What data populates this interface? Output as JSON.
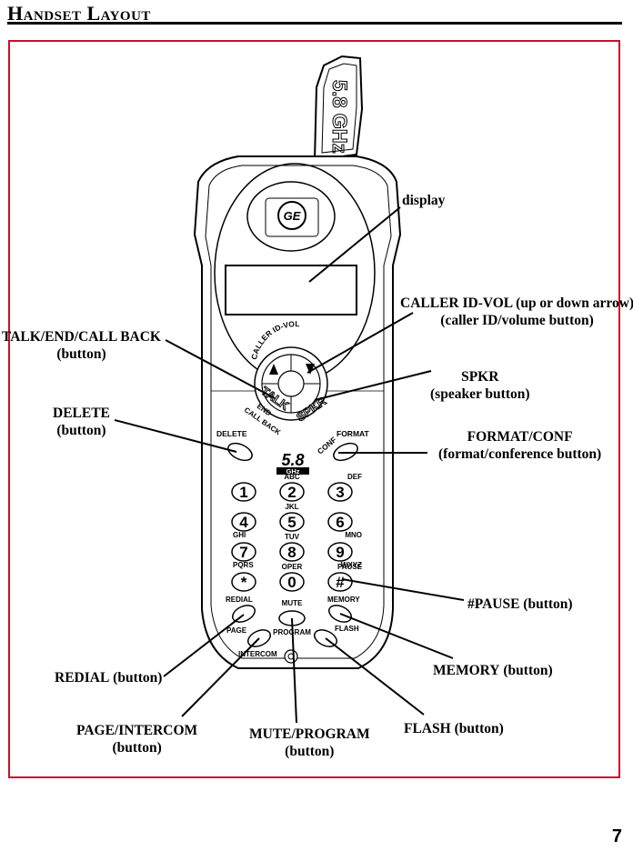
{
  "page": {
    "title": "Handset Layout",
    "page_number": "7"
  },
  "handset": {
    "antenna_text": "5.8 GHz",
    "logo": "GE",
    "arc_top": "CALLER ID-VOL",
    "arc_bottom": "CALL BACK",
    "talk": "TALK",
    "end": "END",
    "spkr": "SPKR",
    "delete": "DELETE",
    "format": "FORMAT",
    "conf": "CONF",
    "freq_main": "5.8",
    "freq_unit": "GHz",
    "keys": [
      {
        "digit": "1",
        "letters": ""
      },
      {
        "digit": "2",
        "letters": "ABC"
      },
      {
        "digit": "3",
        "letters": "DEF"
      },
      {
        "digit": "4",
        "letters": "GHI"
      },
      {
        "digit": "5",
        "letters": "JKL"
      },
      {
        "digit": "6",
        "letters": "MNO"
      },
      {
        "digit": "7",
        "letters": "PQRS"
      },
      {
        "digit": "8",
        "letters": "TUV"
      },
      {
        "digit": "9",
        "letters": "WXYZ"
      },
      {
        "digit": "*",
        "letters": ""
      },
      {
        "digit": "0",
        "letters": "OPER"
      },
      {
        "digit": "#",
        "letters": "PAUSE"
      }
    ],
    "redial": "REDIAL",
    "mute": "MUTE",
    "memory": "MEMORY",
    "page": "PAGE",
    "program": "PROGRAM",
    "flash": "FLASH",
    "intercom": "INTERCOM"
  },
  "callouts": {
    "display": "display",
    "caller_id_vol": {
      "line1": "CALLER ID-VOL (up or down arrow)",
      "line2": "(caller ID/volume button)"
    },
    "talk_end": {
      "line1": "TALK/END/CALL BACK",
      "line2": "(button)"
    },
    "spkr": {
      "line1": "SPKR",
      "line2": "(speaker button)"
    },
    "delete": {
      "line1": "DELETE",
      "line2": "(button)"
    },
    "format_conf": {
      "line1": "FORMAT/CONF",
      "line2": "(format/conference button)"
    },
    "pause": {
      "bold": "#PAUSE",
      "rest": " (button)"
    },
    "redial": {
      "bold": "REDIAL",
      "rest": " (button)"
    },
    "memory": {
      "bold": "MEMORY",
      "rest": " (button)"
    },
    "page_intercom": {
      "line1": "PAGE/INTERCOM",
      "line2": "(button)"
    },
    "mute_program": {
      "line1": "MUTE/PROGRAM",
      "line2": "(button)"
    },
    "flash": {
      "bold": "FLASH",
      "rest": " (button)"
    }
  }
}
